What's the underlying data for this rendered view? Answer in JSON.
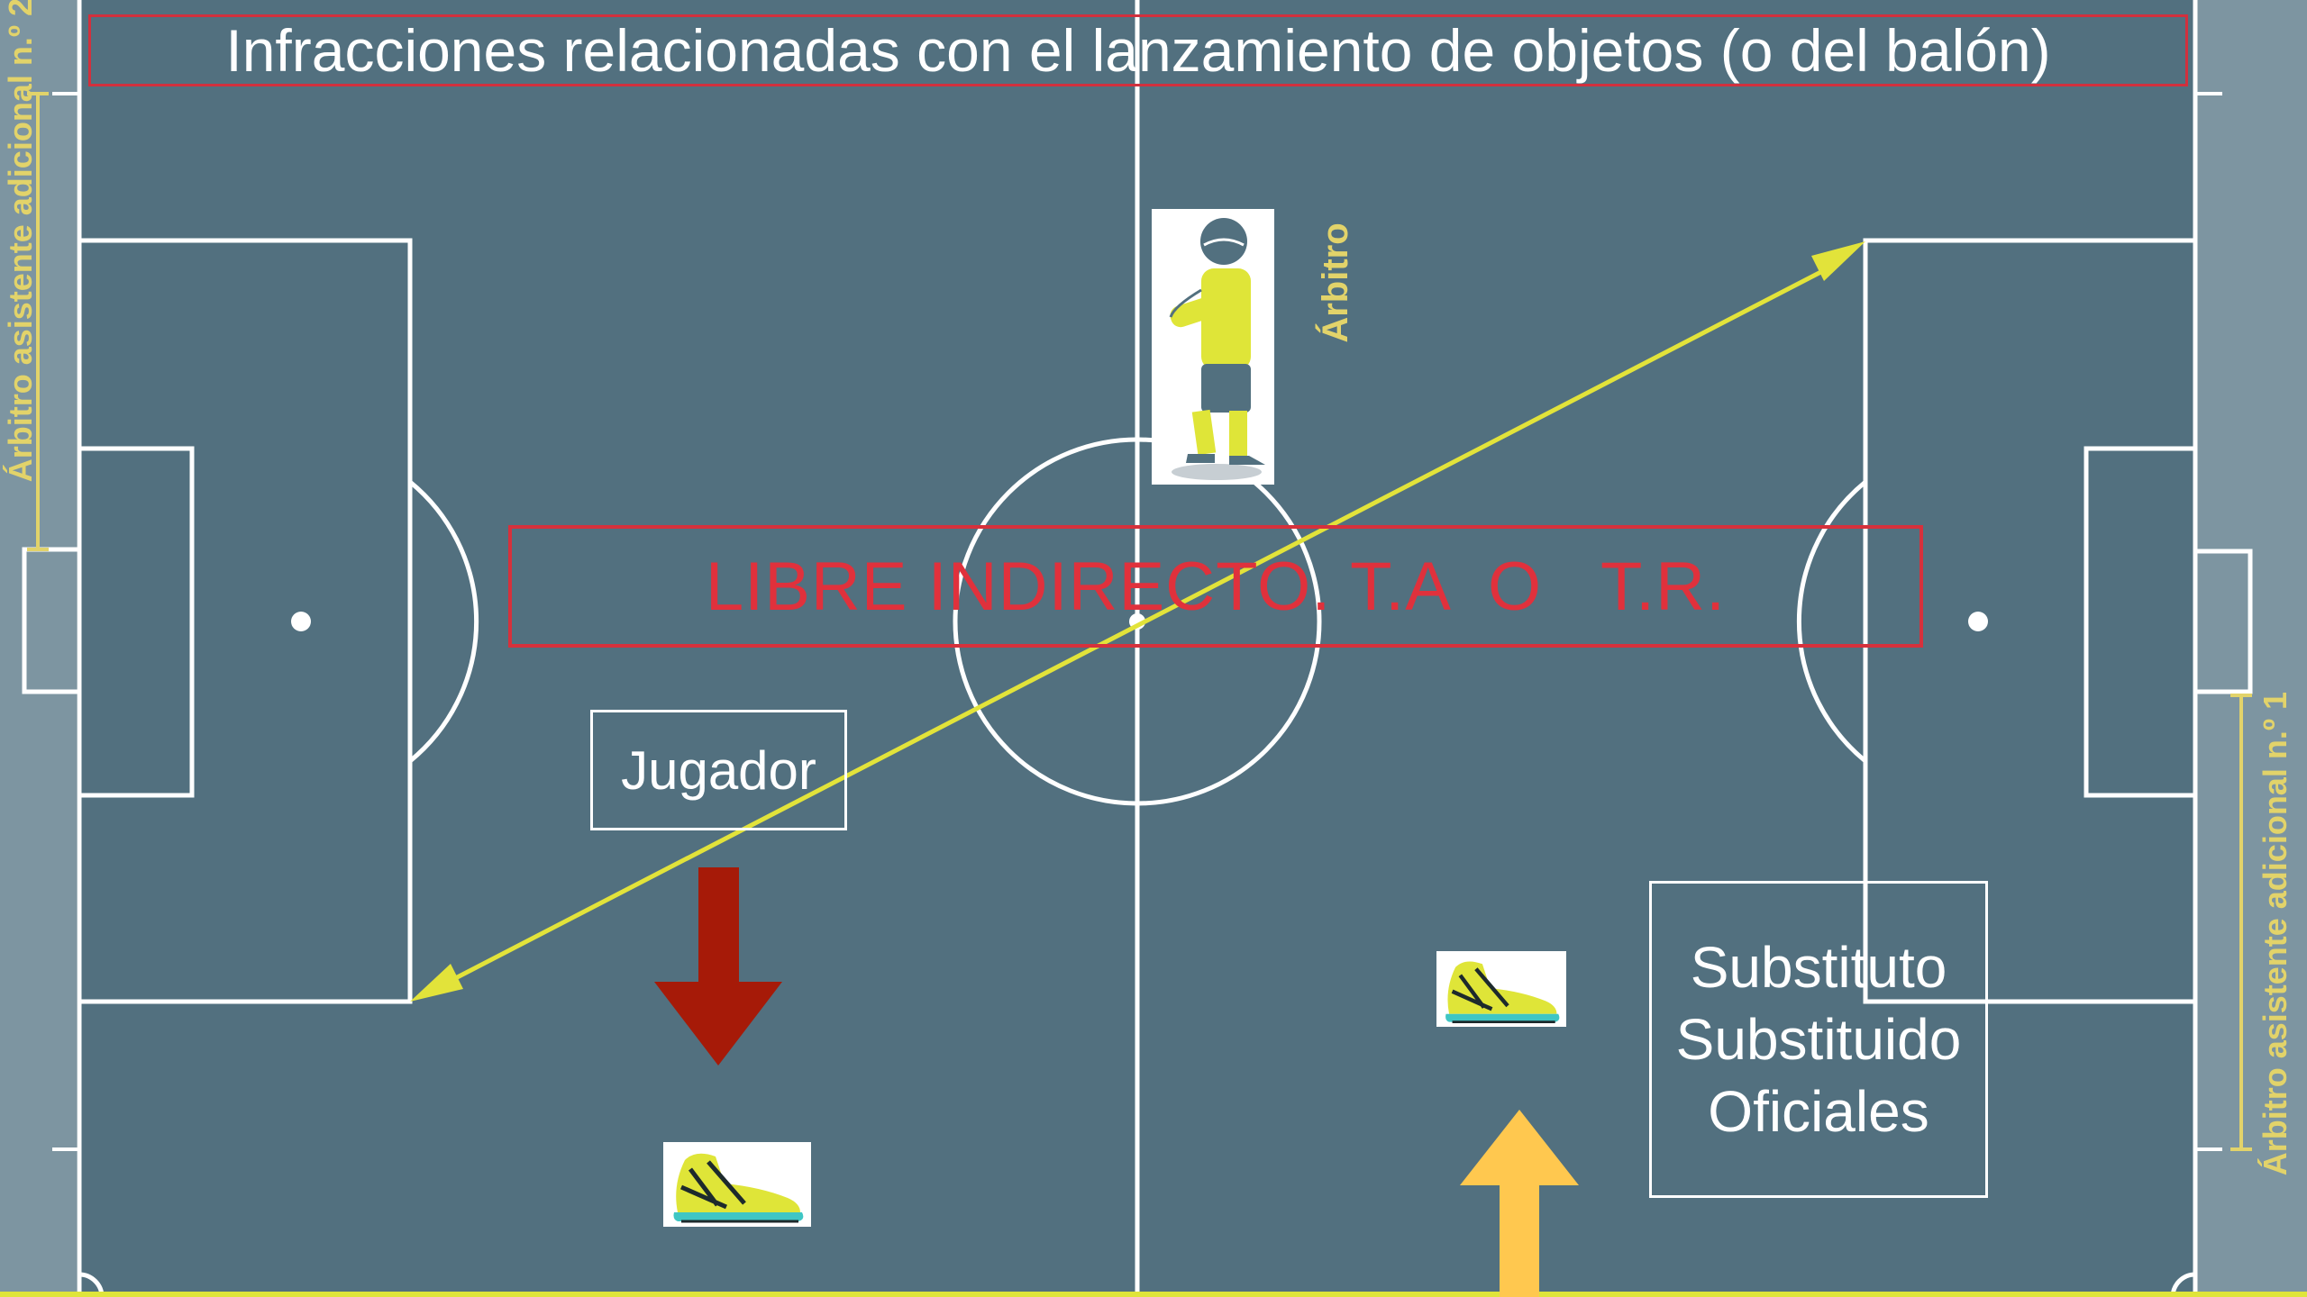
{
  "title": "Infracciones relacionadas con el lanzamiento de objetos (o del balón)",
  "rule_text": "LIBRE INDIRECTO. T.A  O   T.R.",
  "labels": {
    "player": "Jugador",
    "others": [
      "Substituto",
      "Substituido",
      "Oficiales"
    ],
    "referee": "Árbitro",
    "aar_left": "Árbitro asistente adicional n.º 2",
    "aar_right": "Árbitro asistente adicional n.º 1"
  },
  "colors": {
    "pitch": "#52707f",
    "border": "#7d95a1",
    "lines": "#ffffff",
    "red_outline": "#d6313c",
    "yellow_arrow": "#e2e33a",
    "red_arrow": "#a61a08",
    "orange_arrow": "#ffc84f",
    "kit_yellow": "#dfe538"
  },
  "icons": {
    "referee": "referee-figure-icon",
    "shoe": "football-boot-icon"
  }
}
